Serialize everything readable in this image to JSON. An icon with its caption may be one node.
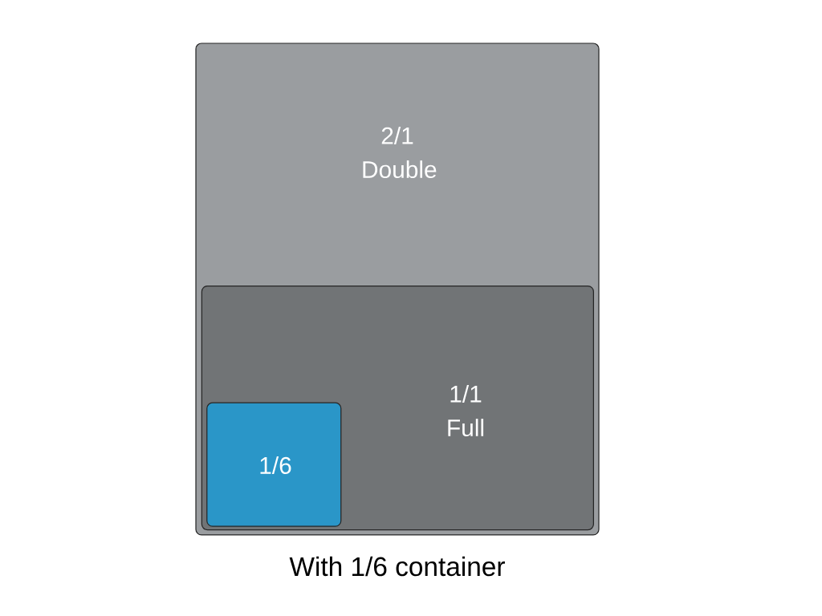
{
  "diagram": {
    "caption": "With 1/6 container",
    "nodes": [
      {
        "text": [
          "2/1 Double"
        ]
      },
      {
        "text": [
          "1/1 Full"
        ],
        "in": 0
      },
      {
        "text": [
          "1/6"
        ],
        "in": 1
      }
    ]
  }
}
